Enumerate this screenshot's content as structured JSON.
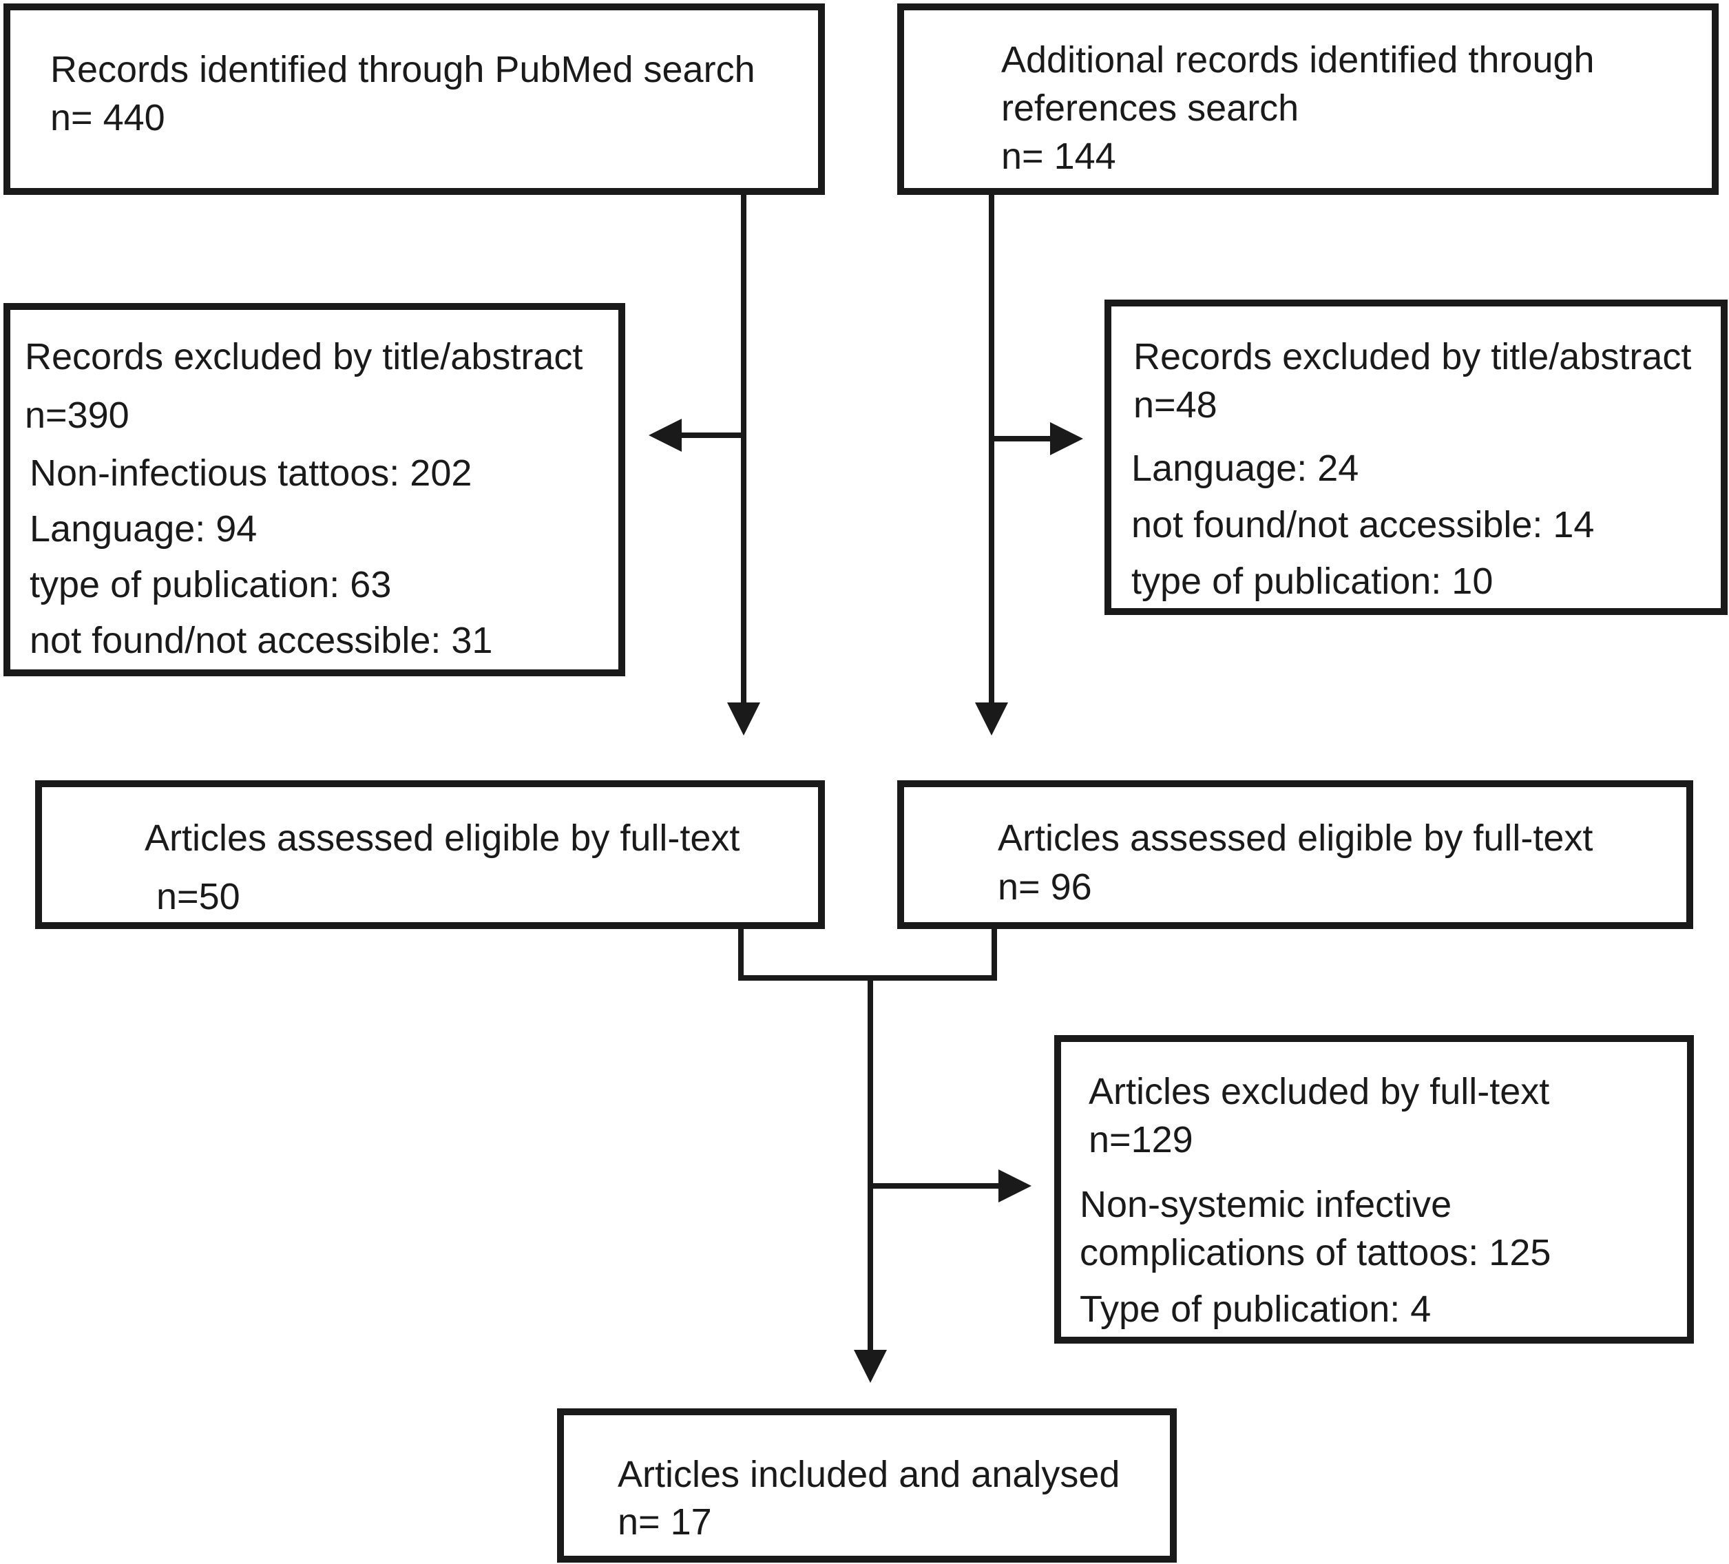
{
  "boxes": {
    "pubmed": {
      "title": "Records identified through PubMed search",
      "count": "n= 440"
    },
    "references": {
      "title_line1": "Additional records identified through",
      "title_line2": "references search",
      "count": "n= 144"
    },
    "excluded_left": {
      "title": "Records excluded by title/abstract",
      "count": "n=390",
      "reasons": [
        "Non-infectious tattoos: 202",
        "Language: 94",
        "type of publication: 63",
        "not found/not accessible: 31"
      ]
    },
    "excluded_right": {
      "title": "Records excluded by title/abstract",
      "count": "n=48",
      "reasons": [
        "Language: 24",
        "not found/not accessible: 14",
        "type of publication: 10"
      ]
    },
    "fulltext_left": {
      "title": "Articles assessed eligible by full-text",
      "count": "n=50"
    },
    "fulltext_right": {
      "title": "Articles assessed eligible by full-text",
      "count": "n= 96"
    },
    "excluded_fulltext": {
      "title": "Articles excluded by full-text",
      "count": "n=129",
      "reasons": [
        "Non-systemic infective",
        "complications of tattoos: 125",
        "Type of publication: 4"
      ]
    },
    "included": {
      "title": "Articles included and analysed",
      "count": "n= 17"
    }
  }
}
